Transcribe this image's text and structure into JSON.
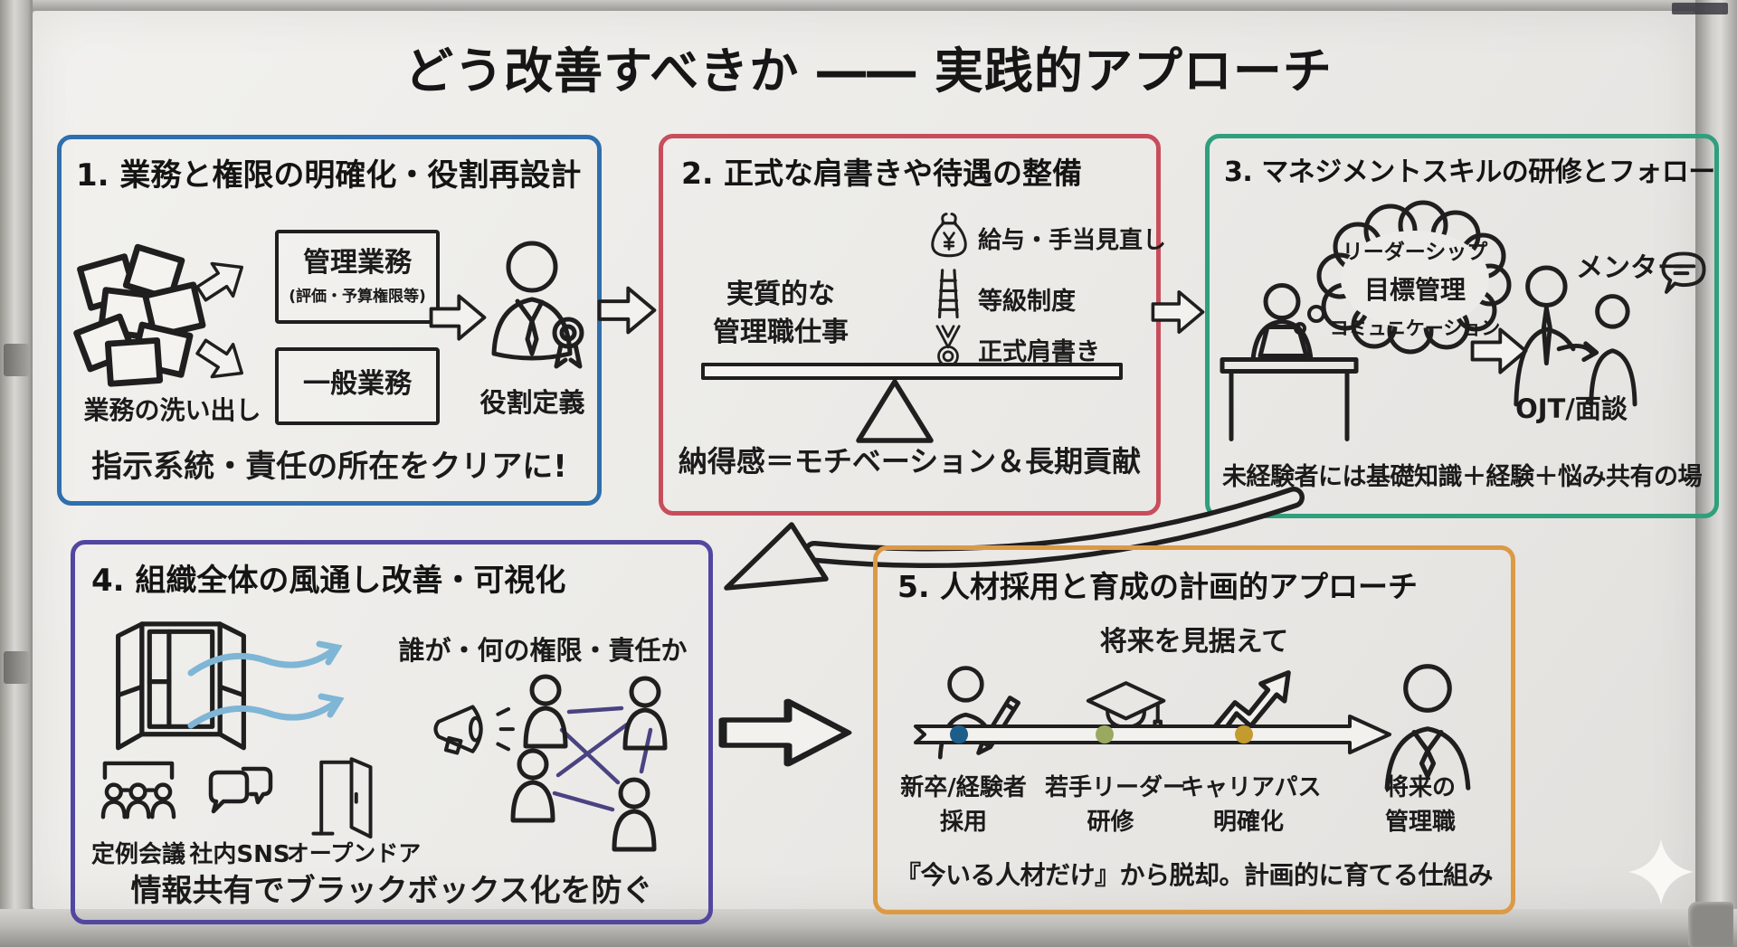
{
  "title": "どう改善すべきか ―― 実践的アプローチ",
  "colors": {
    "box1_border": "#2e6fad",
    "box2_border": "#c84d5b",
    "box3_border": "#2f9f7d",
    "box4_border": "#5247a0",
    "box5_border": "#dc9a45",
    "wind_arrow": "#7fb5d5",
    "network_line": "#4a4382",
    "dot_recruit": "#1d5d8a",
    "dot_training": "#9aa95f",
    "dot_career": "#c39b2e"
  },
  "box1": {
    "heading": "1. 業務と権限の明確化・役割再設計",
    "papers_label": "業務の洗い出し",
    "mgmt_title": "管理業務",
    "mgmt_sub": "(評価・予算権限等)",
    "general_title": "一般業務",
    "role_label": "役割定義",
    "footer": "指示系統・責任の所在をクリアに!"
  },
  "box2": {
    "heading": "2. 正式な肩書きや待遇の整備",
    "left_line1": "実質的な",
    "left_line2": "管理職仕事",
    "items": [
      {
        "label": "給与・手当見直し"
      },
      {
        "label": "等級制度"
      },
      {
        "label": "正式肩書き"
      }
    ],
    "footer": "納得感＝モチベーション＆長期貢献"
  },
  "box3": {
    "heading": "3. マネジメントスキルの研修とフォロー",
    "cloud_line1": "リーダーシップ",
    "cloud_line2": "目標管理",
    "cloud_line3": "コミュニケーション",
    "mentor_label": "メンター",
    "ojt_label": "OJT/面談",
    "footer": "未経験者には基礎知識＋経験＋悩み共有の場"
  },
  "box4": {
    "heading": "4. 組織全体の風通し改善・可視化",
    "who_label": "誰が・何の権限・責任か",
    "meeting_label": "定例会議",
    "sns_label": "社内SNS",
    "door_label": "オープンドア",
    "footer": "情報共有でブラックボックス化を防ぐ"
  },
  "box5": {
    "heading": "5. 人材採用と育成の計画的アプローチ",
    "subtitle": "将来を見据えて",
    "milestones": [
      {
        "line1": "新卒/経験者",
        "line2": "採用"
      },
      {
        "line1": "若手リーダー",
        "line2": "研修"
      },
      {
        "line1": "キャリアパス",
        "line2": "明確化"
      },
      {
        "line1": "将来の",
        "line2": "管理職"
      }
    ],
    "footer": "『今いる人材だけ』から脱却。計画的に育てる仕組み"
  }
}
